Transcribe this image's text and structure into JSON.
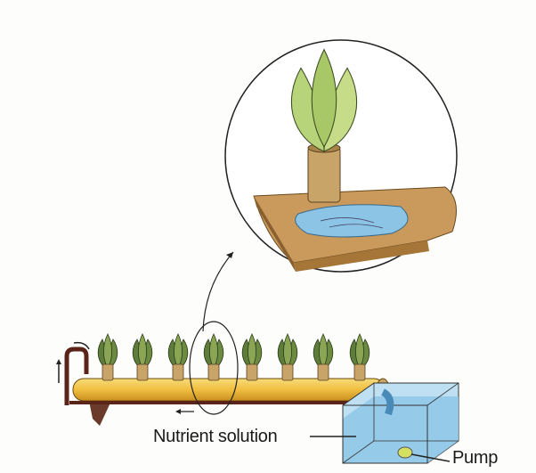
{
  "labels": {
    "nutrient": "Nutrient solution",
    "pump": "Pump"
  },
  "colors": {
    "pipe": "#f2c24a",
    "water": "#8cc4e6",
    "leaf": "#9cc25a",
    "pot": "#c9a468",
    "tube": "#5a2418"
  },
  "plant_count": 8
}
